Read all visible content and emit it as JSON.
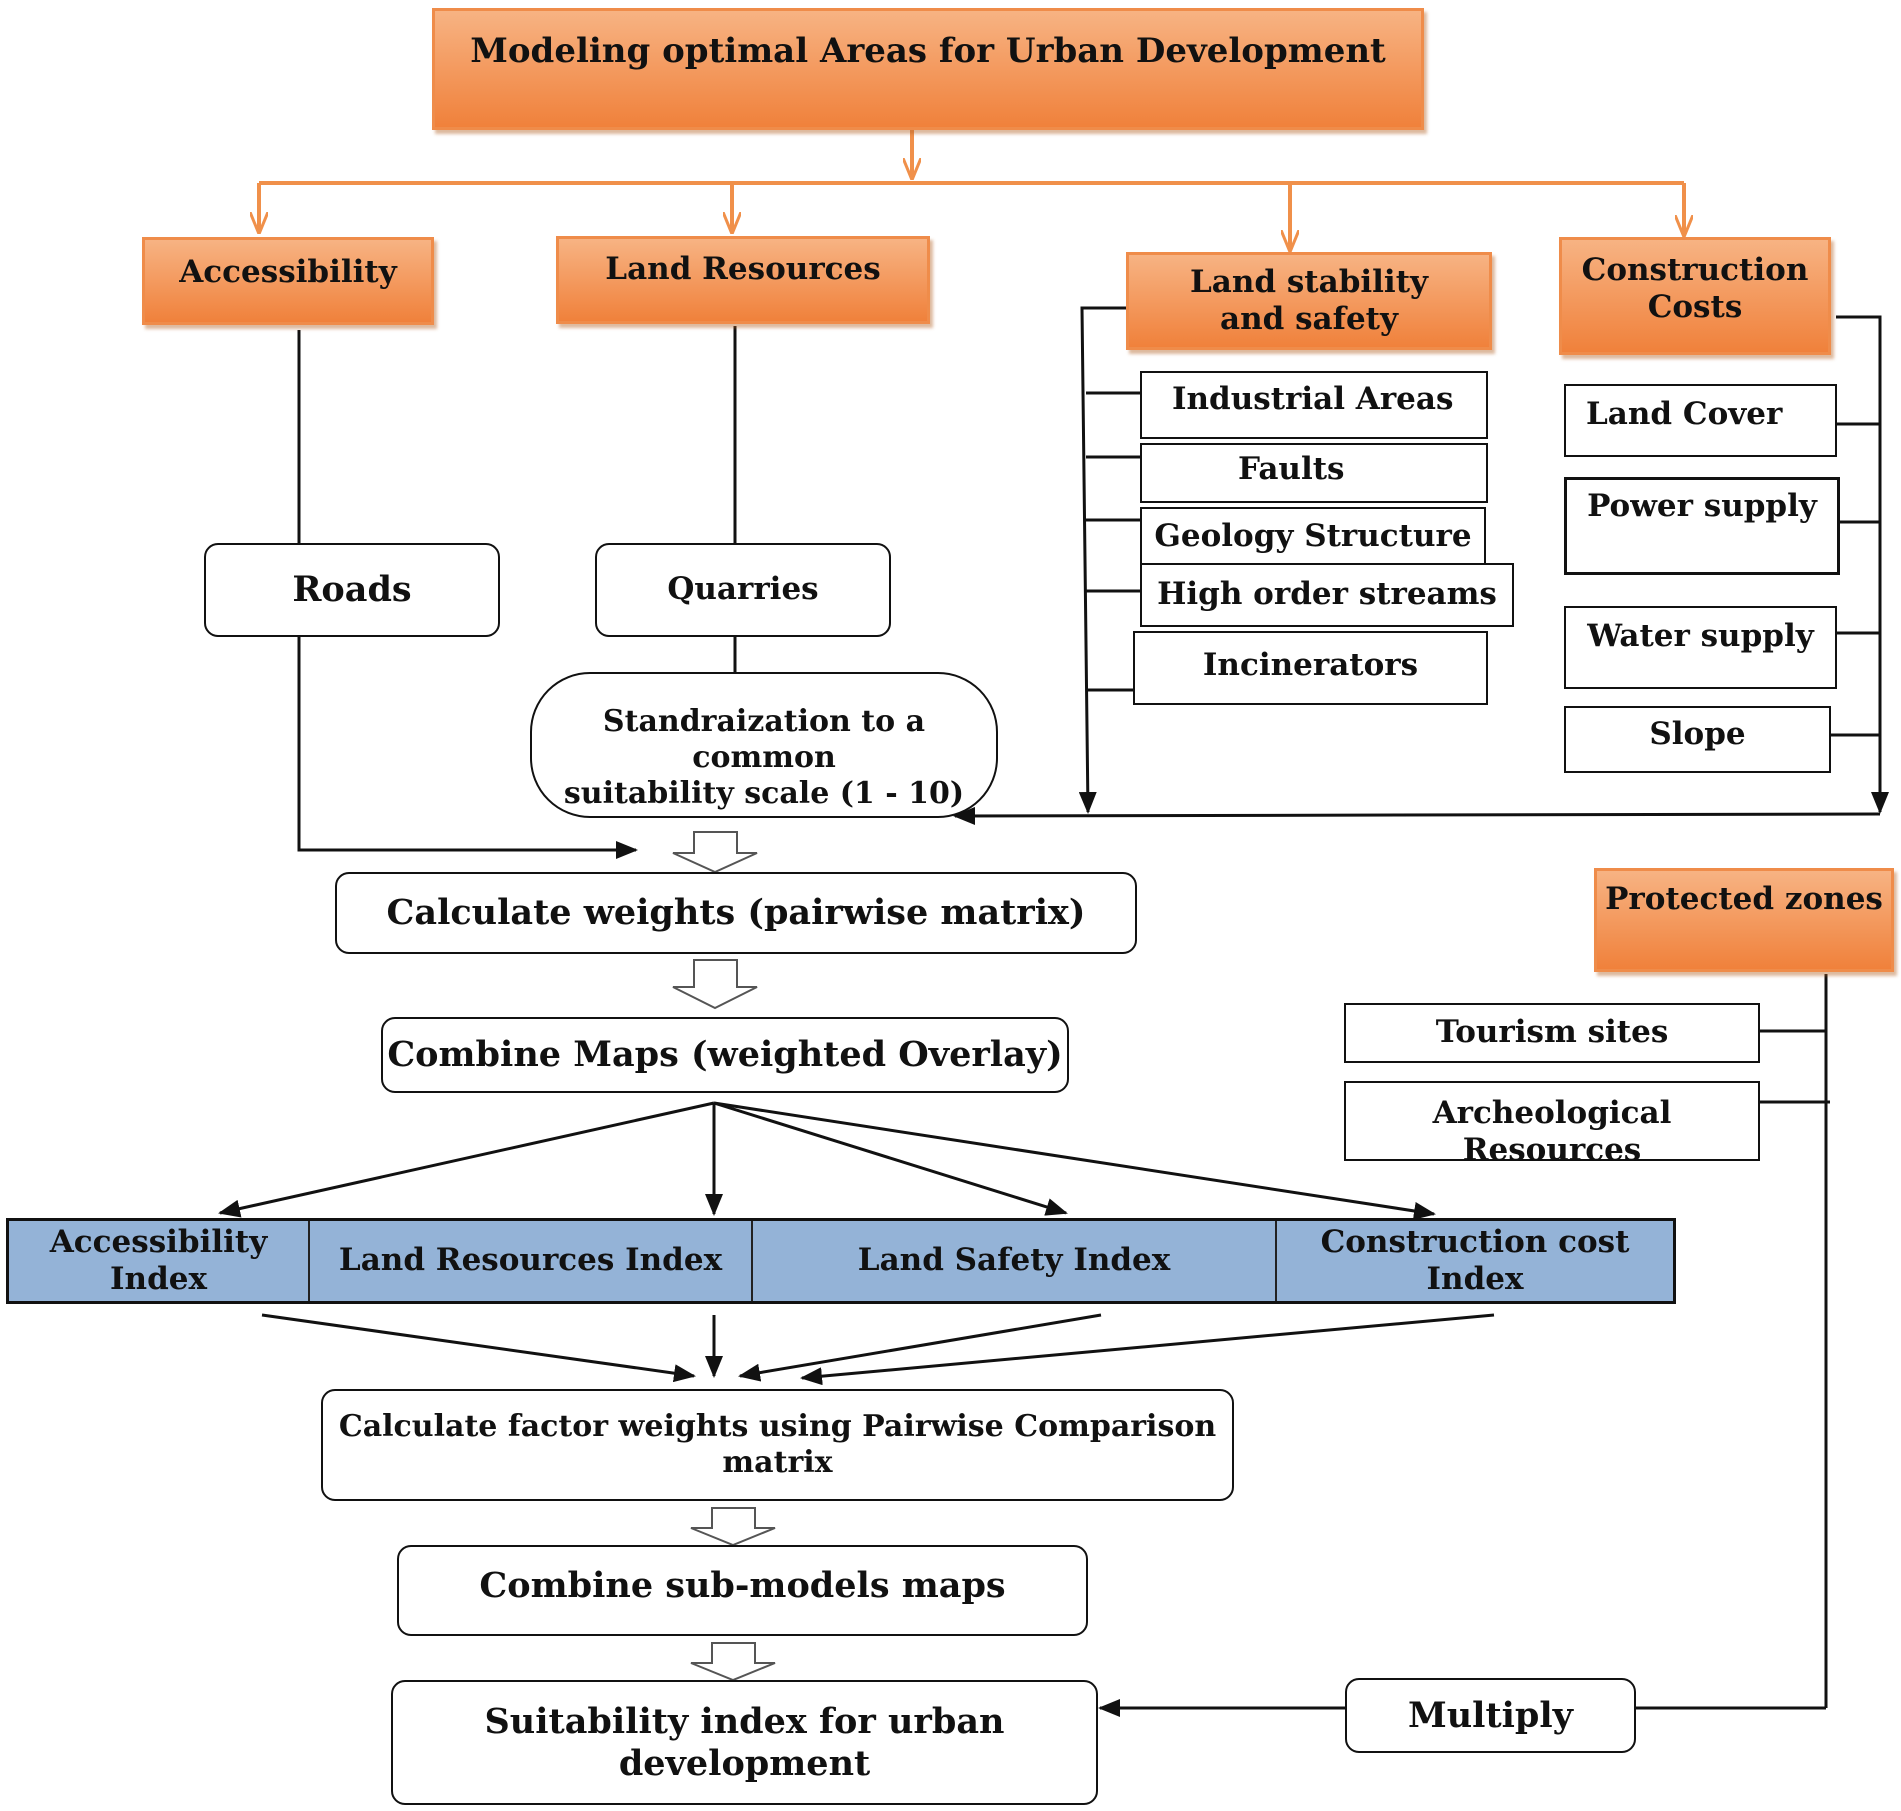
{
  "title": "Modeling optimal Areas for Urban Development",
  "criteria": {
    "accessibility": "Accessibility",
    "land_resources": "Land Resources",
    "land_stability_line1": "Land stability",
    "land_stability_line2": "and safety",
    "construction_line1": "Construction",
    "construction_line2": "Costs",
    "protected": "Protected zones"
  },
  "factors": {
    "roads": "Roads",
    "quarries": "Quarries",
    "industrial_areas": "Industrial Areas",
    "faults": "Faults",
    "geology": "Geology Structure",
    "streams": "High order streams",
    "incinerators": "Incinerators",
    "land_cover": "Land Cover",
    "power_supply": "Power supply",
    "water_supply": "Water supply",
    "slope": "Slope",
    "tourism": "Tourism sites",
    "archeological": "Archeological Resources"
  },
  "steps": {
    "standardization_line1": "Standraization to a common",
    "standardization_line2": "suitability scale (1 - 10)",
    "calc_weights": "Calculate weights (pairwise matrix)",
    "combine_maps": "Combine Maps (weighted Overlay)",
    "factor_weights_line1": "Calculate factor weights using Pairwise Comparison",
    "factor_weights_line2": "matrix",
    "combine_submodels": "Combine sub-models maps",
    "suitability_line1": "Suitability index for urban",
    "suitability_line2": "development",
    "multiply": "Multiply"
  },
  "indices": {
    "accessibility_line1": "Accessibility",
    "accessibility_line2": "Index",
    "land_resources": "Land Resources Index",
    "land_safety": "Land Safety Index",
    "construction_line1": "Construction cost",
    "construction_line2": "Index"
  },
  "colors": {
    "orange_header": "#f0813b",
    "orange_line": "#f0904a",
    "index_blue": "#94b3d7"
  }
}
